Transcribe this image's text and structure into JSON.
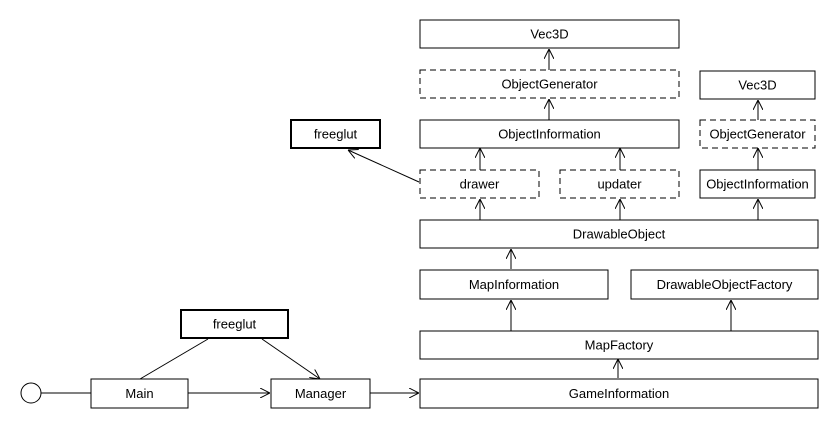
{
  "nodes": {
    "vec3d_main": "Vec3D",
    "objectgenerator_main": "ObjectGenerator",
    "objectinformation_main": "ObjectInformation",
    "freeglut_top": "freeglut",
    "drawer": "drawer",
    "updater": "updater",
    "vec3d_right": "Vec3D",
    "objectgenerator_right": "ObjectGenerator",
    "objectinformation_right": "ObjectInformation",
    "drawableobject": "DrawableObject",
    "mapinformation": "MapInformation",
    "drawableobjectfactory": "DrawableObjectFactory",
    "mapfactory": "MapFactory",
    "freeglut_bottom": "freeglut",
    "main": "Main",
    "manager": "Manager",
    "gameinformation": "GameInformation"
  }
}
